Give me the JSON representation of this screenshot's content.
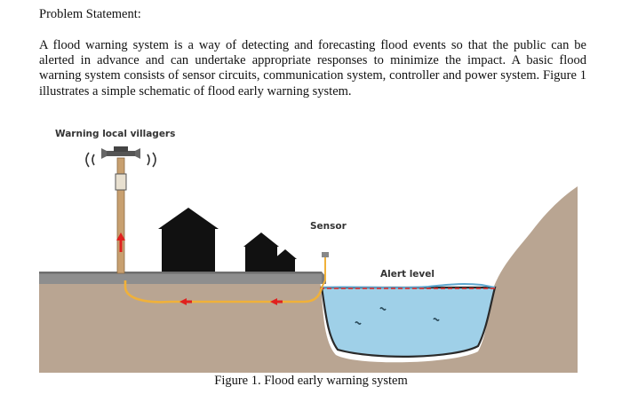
{
  "document": {
    "heading": "Problem Statement:",
    "paragraph": "A flood warning system is a way of detecting and forecasting flood events so that the public can be alerted in advance and can undertake appropriate responses to minimize the impact. A basic flood warning system consists of sensor circuits, communication system, controller and power system. Figure 1 illustrates a simple schematic of flood early warning system."
  },
  "figure": {
    "label_warning": "Warning local villagers",
    "label_sensor": "Sensor",
    "label_alert": "Alert level",
    "caption": "Figure 1. Flood early warning system",
    "colors": {
      "ground": "#b9a592",
      "water": "#9fd0e8",
      "water_edge": "#2a2a2a",
      "road": "#8e8e8e",
      "pole": "#c8a070",
      "wire": "#f0b13a",
      "arrow": "#e0211e",
      "house": "#111111"
    }
  }
}
